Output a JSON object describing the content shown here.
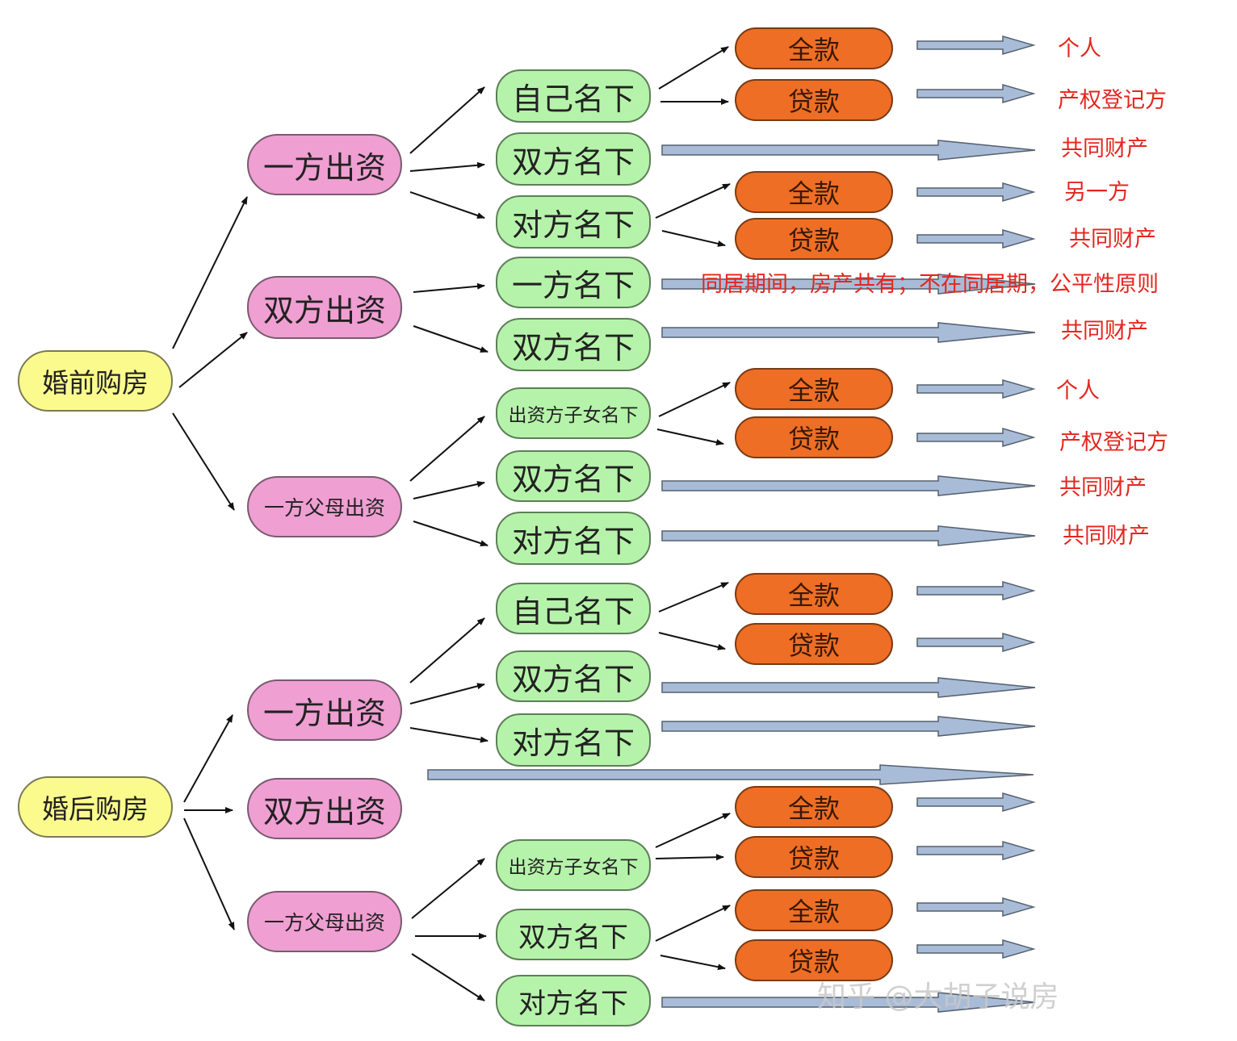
{
  "roots": {
    "before": "婚前购房",
    "after": "婚后购房"
  },
  "before": {
    "one_party_pays": "一方出资",
    "both_pay": "双方出资",
    "one_parents_pay": "一方父母出资",
    "own_name": "自己名下",
    "both_names_1": "双方名下",
    "other_name_1": "对方名下",
    "one_name": "一方名下",
    "both_names_2": "双方名下",
    "payer_child_name": "出资方子女名下",
    "both_names_3": "双方名下",
    "other_name_3": "对方名下",
    "full_1": "全款",
    "loan_1": "贷款",
    "full_2": "全款",
    "loan_2": "贷款",
    "full_3": "全款",
    "loan_3": "贷款"
  },
  "after": {
    "one_party_pays": "一方出资",
    "both_pay": "双方出资",
    "one_parents_pay": "一方父母出资",
    "own_name": "自己名下",
    "both_names_1": "双方名下",
    "other_name_1": "对方名下",
    "payer_child_name": "出资方子女名下",
    "both_names_2": "双方名下",
    "other_name_2": "对方名下",
    "full_1": "全款",
    "loan_1": "贷款",
    "full_2": "全款",
    "loan_2": "贷款",
    "full_3": "全款",
    "loan_3": "贷款"
  },
  "outcomes": {
    "o1": "个人",
    "o2": "产权登记方",
    "o3": "共同财产",
    "o4": "另一方",
    "o5": "共同财产",
    "o6": "同居期间，房产共有；不在同居期，公平性原则",
    "o7": "共同财产",
    "o8": "个人",
    "o9": "产权登记方",
    "o10": "共同财产",
    "o11": "共同财产"
  },
  "watermark": "知乎 @大胡子说房",
  "colors": {
    "root": "#fbfb8d",
    "funding": "#ef9fd2",
    "ownership": "#b6f3aa",
    "payment": "#ed6e24",
    "outcome_text": "#e4261f",
    "block_arrow": "#a8bcd8"
  }
}
